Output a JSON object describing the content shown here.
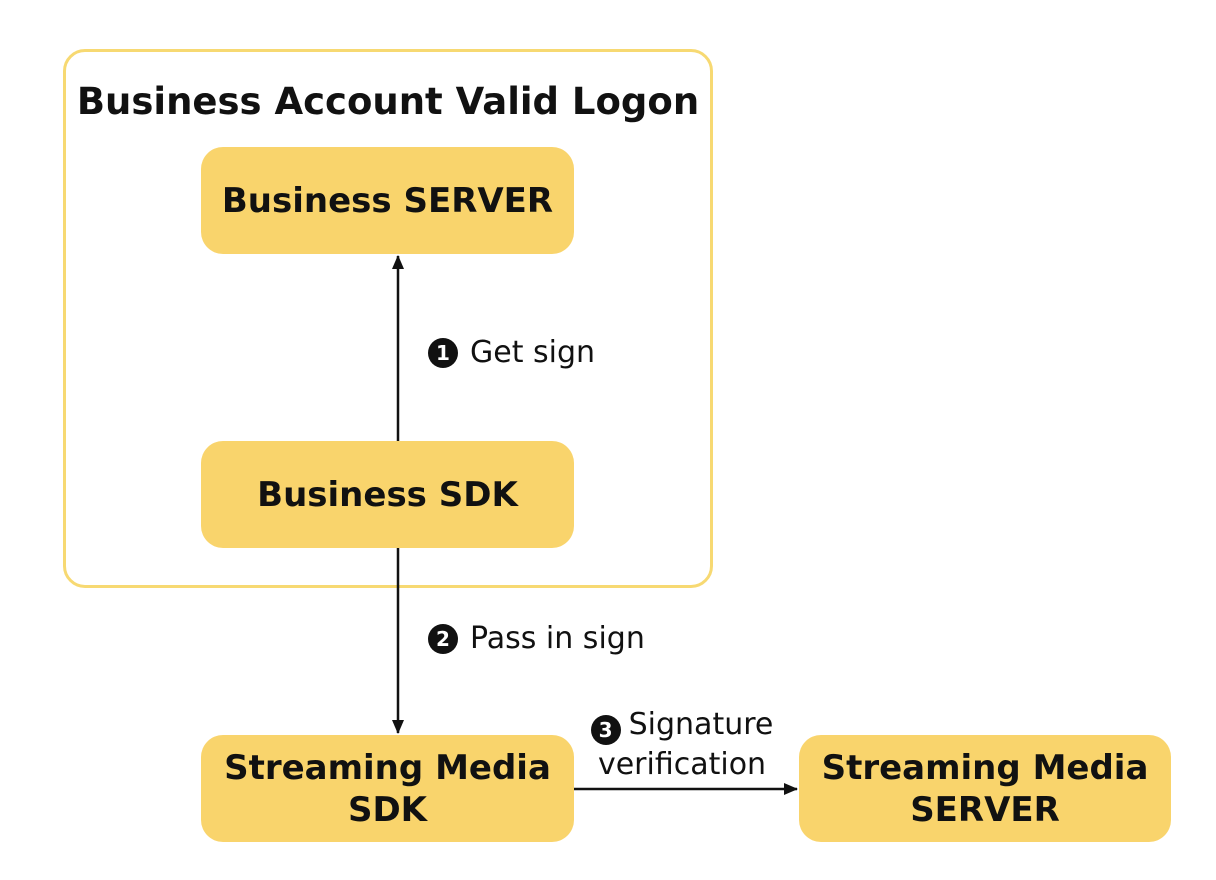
{
  "group": {
    "title": "Business Account Valid Logon"
  },
  "nodes": {
    "business_server": "Business SERVER",
    "business_sdk": "Business SDK",
    "streaming_media_sdk": "Streaming Media\nSDK",
    "streaming_media_server": "Streaming Media\nSERVER"
  },
  "steps": {
    "step1": {
      "num": "1",
      "label": "Get sign"
    },
    "step2": {
      "num": "2",
      "label": "Pass in sign"
    },
    "step3": {
      "num": "3",
      "line1": "Signature",
      "line2": "verification"
    }
  },
  "colors": {
    "node_fill": "#F9D46C",
    "group_border": "#F7D972",
    "arrow": "#111111"
  }
}
